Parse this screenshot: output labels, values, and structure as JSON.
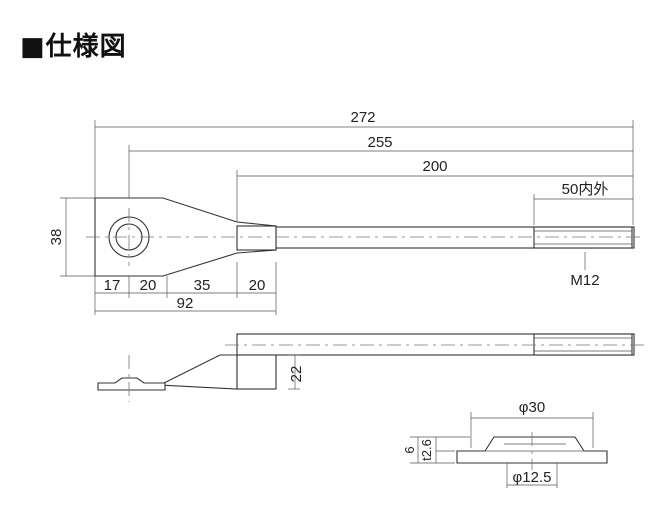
{
  "title": "■仕様図",
  "dimensions": {
    "overall": "272",
    "to_eye_center": "255",
    "rod": "200",
    "thread": "50内外",
    "eye_height": "38",
    "seg1": "17",
    "seg2": "20",
    "seg3": "35",
    "seg4": "20",
    "sum": "92",
    "thread_size": "M12",
    "side_height": "22",
    "washer_dia": "φ30",
    "washer_height": "6",
    "washer_thickness": "t2.6",
    "hole_dia": "φ12.5"
  }
}
